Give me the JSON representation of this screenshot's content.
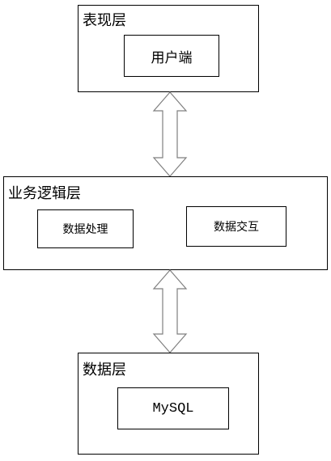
{
  "presentation_layer": {
    "title": "表现层",
    "client_label": "用户端"
  },
  "business_layer": {
    "title": "业务逻辑层",
    "processing_label": "数据处理",
    "interaction_label": "数据交互"
  },
  "data_layer": {
    "title": "数据层",
    "database_label": "MySQL"
  },
  "colors": {
    "stroke": "#000000",
    "arrow_stroke": "#7f7f7f",
    "fill": "#ffffff"
  }
}
